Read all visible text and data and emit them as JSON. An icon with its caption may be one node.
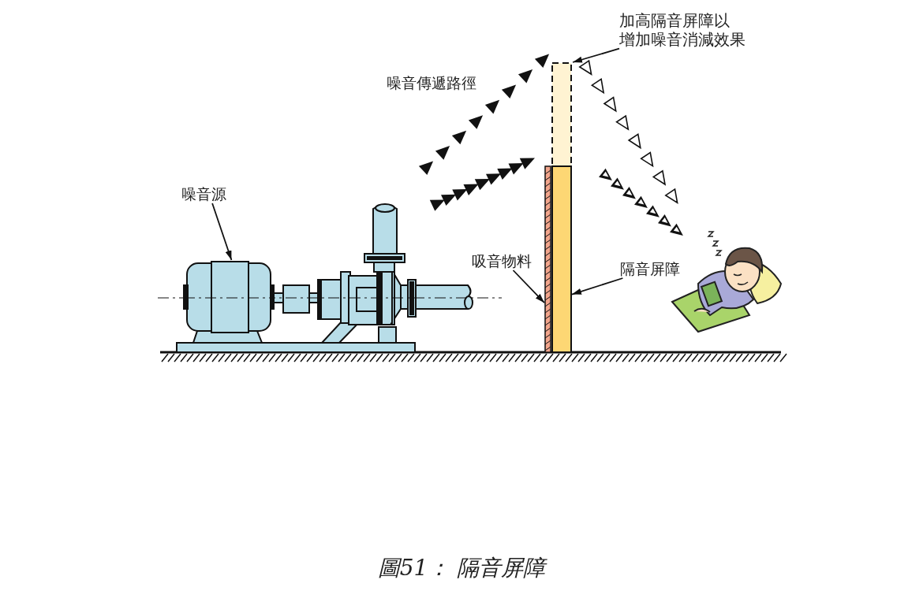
{
  "diagram": {
    "caption": "圖51： 隔音屏障",
    "nodes": [
      {
        "text": [
          "噪音源"
        ]
      },
      {
        "text": [],
        "shape": "picture"
      },
      {
        "text": [
          "加高隔音屏障以增加噪音消減效果"
        ]
      },
      {
        "text": [],
        "shape": "box"
      },
      {
        "text": [
          "吸音物料"
        ]
      },
      {
        "text": [],
        "shape": "bar"
      },
      {
        "text": [
          "隔音屏障"
        ]
      },
      {
        "text": [],
        "shape": "bar"
      }
    ],
    "edges": [
      {
        "from": 0,
        "to": 1,
        "arrow": "to"
      },
      {
        "from": 2,
        "to": 3,
        "arrow": "to"
      },
      {
        "from": 4,
        "to": 5,
        "arrow": "to"
      },
      {
        "from": 6,
        "to": 7,
        "arrow": "to"
      }
    ],
    "labels": [
      "噪音傳遞路徑"
    ]
  }
}
